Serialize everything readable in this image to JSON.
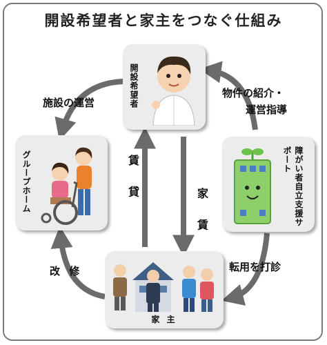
{
  "title": "開設希望者と家主をつなぐ仕組み",
  "nodes": {
    "applicant": "開設希望者",
    "group_home": "グループホーム",
    "support": "障がい者自立支援サポート",
    "landlord": "家 主"
  },
  "edges": {
    "operation": "施設の運営",
    "intro_line1": "物件の紹介・",
    "intro_line2": "運営指導",
    "lease": "賃 貸",
    "rent": "家 賃",
    "sublease": "転用を打診",
    "renovation": "改 修"
  },
  "colors": {
    "arrow": "#6b6b6b",
    "box": "#ececec"
  }
}
